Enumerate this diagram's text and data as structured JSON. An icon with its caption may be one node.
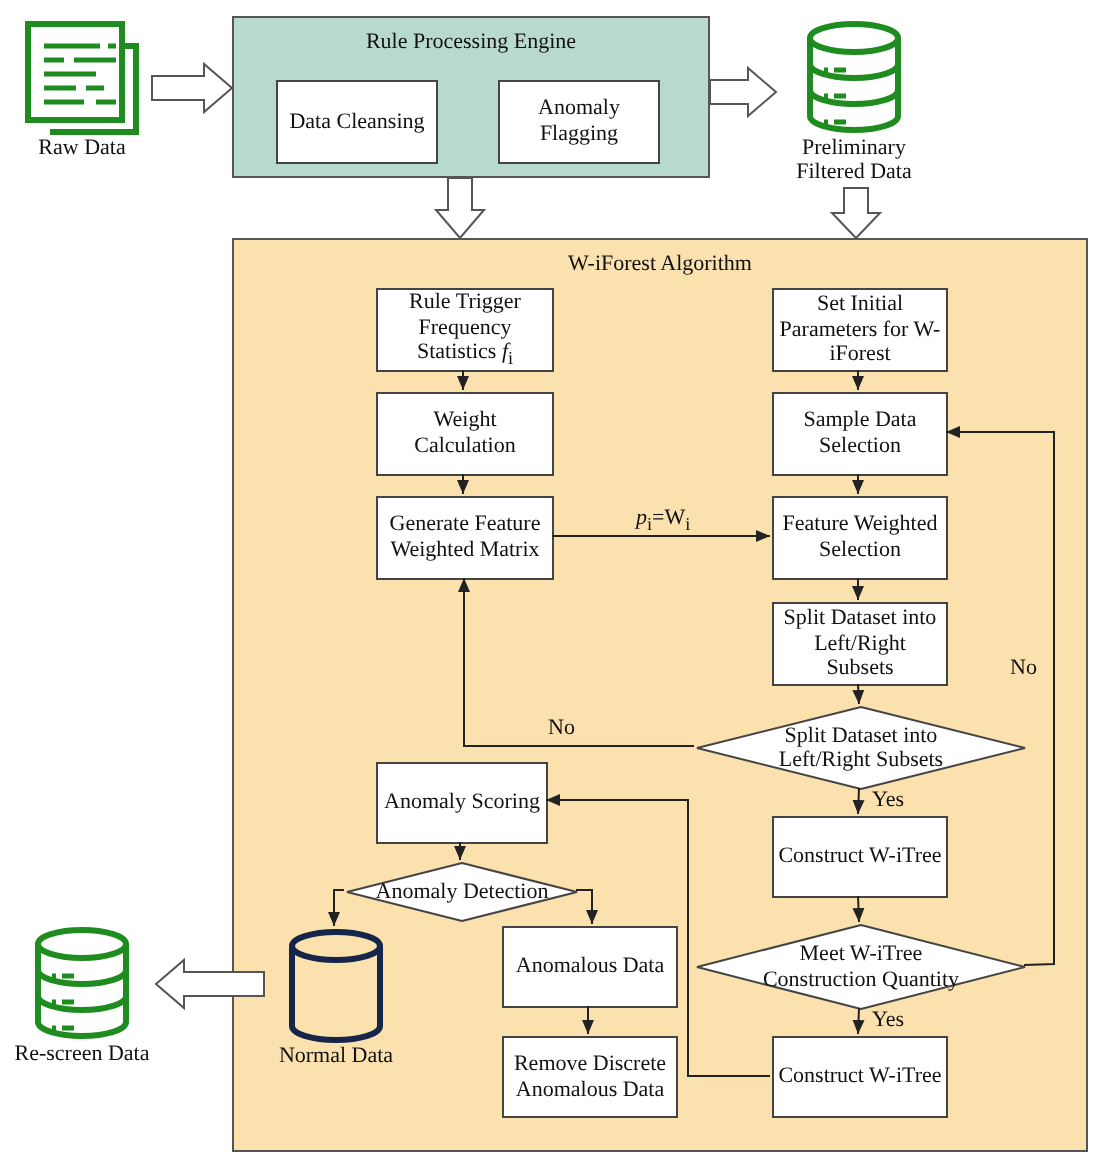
{
  "diagram": {
    "nodes": [
      {
        "text": [
          "Raw Data"
        ]
      },
      {
        "text": [
          "Rule Processing Engine"
        ]
      },
      {
        "text": [
          "Data Cleansing"
        ],
        "in": 1
      },
      {
        "text": [
          "Anomaly Flagging"
        ],
        "in": 1
      },
      {
        "text": [
          "Preliminary Filtered Data"
        ]
      },
      {
        "text": [
          "W-iForest Algorithm"
        ]
      },
      {
        "text": [
          "Rule Trigger Frequency Statistics *f*$_{i}$"
        ],
        "in": 5
      },
      {
        "text": [
          "Weight Calculation"
        ],
        "in": 5
      },
      {
        "text": [
          "Generate Feature Weighted Matrix"
        ],
        "in": 5
      },
      {
        "text": [
          "Set Initial Parameters for W-iForest"
        ],
        "in": 5
      },
      {
        "text": [
          "Sample Data Selection"
        ],
        "in": 5
      },
      {
        "text": [
          "Feature Weighted Selection"
        ],
        "in": 5
      },
      {
        "text": [
          "Split Dataset into Left/Right Subsets"
        ],
        "in": 5
      },
      {
        "text": [
          "Split Dataset into Left/Right Subsets"
        ],
        "in": 5
      },
      {
        "text": [
          "Anomaly Scoring"
        ],
        "in": 5
      },
      {
        "text": [
          "Anomaly Detection"
        ],
        "in": 5
      },
      {
        "text": [
          "Normal Data"
        ],
        "in": 5
      },
      {
        "text": [
          "Anomalous Data"
        ],
        "in": 5
      },
      {
        "text": [
          "Remove Discrete Anomalous Data"
        ],
        "in": 5
      },
      {
        "text": [
          "Construct W-iTree"
        ],
        "in": 5
      },
      {
        "text": [
          "Meet W-iTree Construction Quantity"
        ],
        "in": 5
      },
      {
        "text": [
          "Construct W-iTree"
        ],
        "in": 5
      },
      {
        "text": [
          "Re-screen Data"
        ]
      }
    ],
    "edges": [
      {
        "from": 0,
        "to": 1,
        "arrow": "to",
        "style": "thick"
      },
      {
        "from": 1,
        "to": 4,
        "arrow": "to",
        "style": "thick"
      },
      {
        "from": 1,
        "to": 5,
        "arrow": "to",
        "style": "thick"
      },
      {
        "from": 4,
        "to": 5,
        "arrow": "to",
        "style": "thick"
      },
      {
        "from": 6,
        "to": 7,
        "arrow": "to"
      },
      {
        "from": 7,
        "to": 8,
        "arrow": "to"
      },
      {
        "from": 8,
        "to": 11,
        "arrow": "to",
        "label": "*p*$_{i}$=W$_{i}$"
      },
      {
        "from": 9,
        "to": 10,
        "arrow": "to"
      },
      {
        "from": 10,
        "to": 11,
        "arrow": "to"
      },
      {
        "from": 11,
        "to": 12,
        "arrow": "to"
      },
      {
        "from": 12,
        "to": 13,
        "arrow": "to"
      },
      {
        "from": 13,
        "to": 8,
        "arrow": "to",
        "label": "No"
      },
      {
        "from": 13,
        "to": 19,
        "arrow": "to",
        "label": "Yes"
      },
      {
        "from": 19,
        "to": 20,
        "arrow": "to"
      },
      {
        "from": 20,
        "to": 21,
        "arrow": "to",
        "label": "Yes"
      },
      {
        "from": 20,
        "to": 10,
        "arrow": "to",
        "label": "No"
      },
      {
        "from": 21,
        "to": 14,
        "arrow": "to"
      },
      {
        "from": 14,
        "to": 15,
        "arrow": "to"
      },
      {
        "from": 15,
        "to": 16,
        "arrow": "to"
      },
      {
        "from": 15,
        "to": 17,
        "arrow": "to"
      },
      {
        "from": 17,
        "to": 18,
        "arrow": "to"
      },
      {
        "from": 16,
        "to": 22,
        "arrow": "to",
        "style": "thick"
      }
    ]
  }
}
